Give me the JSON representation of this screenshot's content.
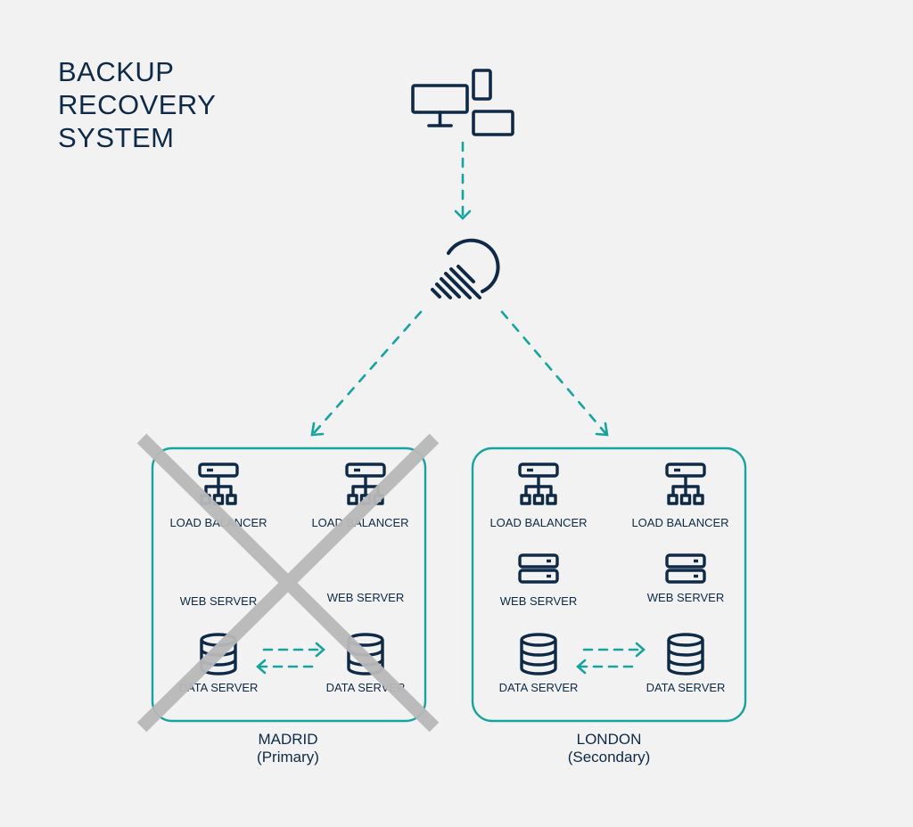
{
  "title": {
    "line1": "BACKUP",
    "line2": "RECOVERY",
    "line3": "SYSTEM"
  },
  "colors": {
    "ink": "#0e2a47",
    "accent": "#17a3a0",
    "failed": "#b9b9b9",
    "background": "#f2f2f2"
  },
  "regions": {
    "madrid": {
      "name": "MADRID",
      "role": "(Primary)",
      "status": "failed",
      "nodes": {
        "lb1": "LOAD BALANCER",
        "lb2": "LOAD BALANCER",
        "web1": "WEB SERVER",
        "web2": "WEB SERVER",
        "data1": "DATA SERVER",
        "data2": "DATA SERVER"
      }
    },
    "london": {
      "name": "LONDON",
      "role": "(Secondary)",
      "status": "active",
      "nodes": {
        "lb1": "LOAD BALANCER",
        "lb2": "LOAD BALANCER",
        "web1": "WEB SERVER",
        "web2": "WEB SERVER",
        "data1": "DATA SERVER",
        "data2": "DATA SERVER"
      }
    }
  },
  "icons": {
    "clients": "devices-icon",
    "router": "traffic-router-icon",
    "load_balancer": "load-balancer-icon",
    "web_server": "web-server-icon",
    "data_server": "database-icon",
    "failure": "failure-cross-icon"
  }
}
